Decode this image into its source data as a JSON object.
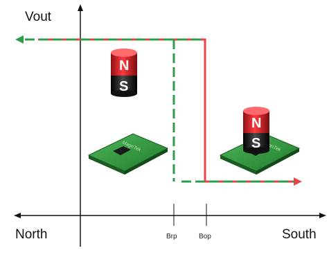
{
  "axes": {
    "y_label": "Vout",
    "x_left_label": "North",
    "x_right_label": "South"
  },
  "thresholds": {
    "brp_label": "Brp",
    "bop_label": "Bop"
  },
  "magnets": [
    {
      "north_label": "N",
      "south_label": "S"
    },
    {
      "north_label": "N",
      "south_label": "S"
    }
  ],
  "chips": [
    {
      "label": "MagnTek"
    },
    {
      "label": "MagnTek"
    }
  ],
  "colors": {
    "increasing_field_line": "#e8434a",
    "decreasing_field_line": "#2f9c4a",
    "magnet_red": "#d8232a",
    "magnet_black": "#1a1a1a",
    "pcb_green": "#2e8b3a"
  }
}
